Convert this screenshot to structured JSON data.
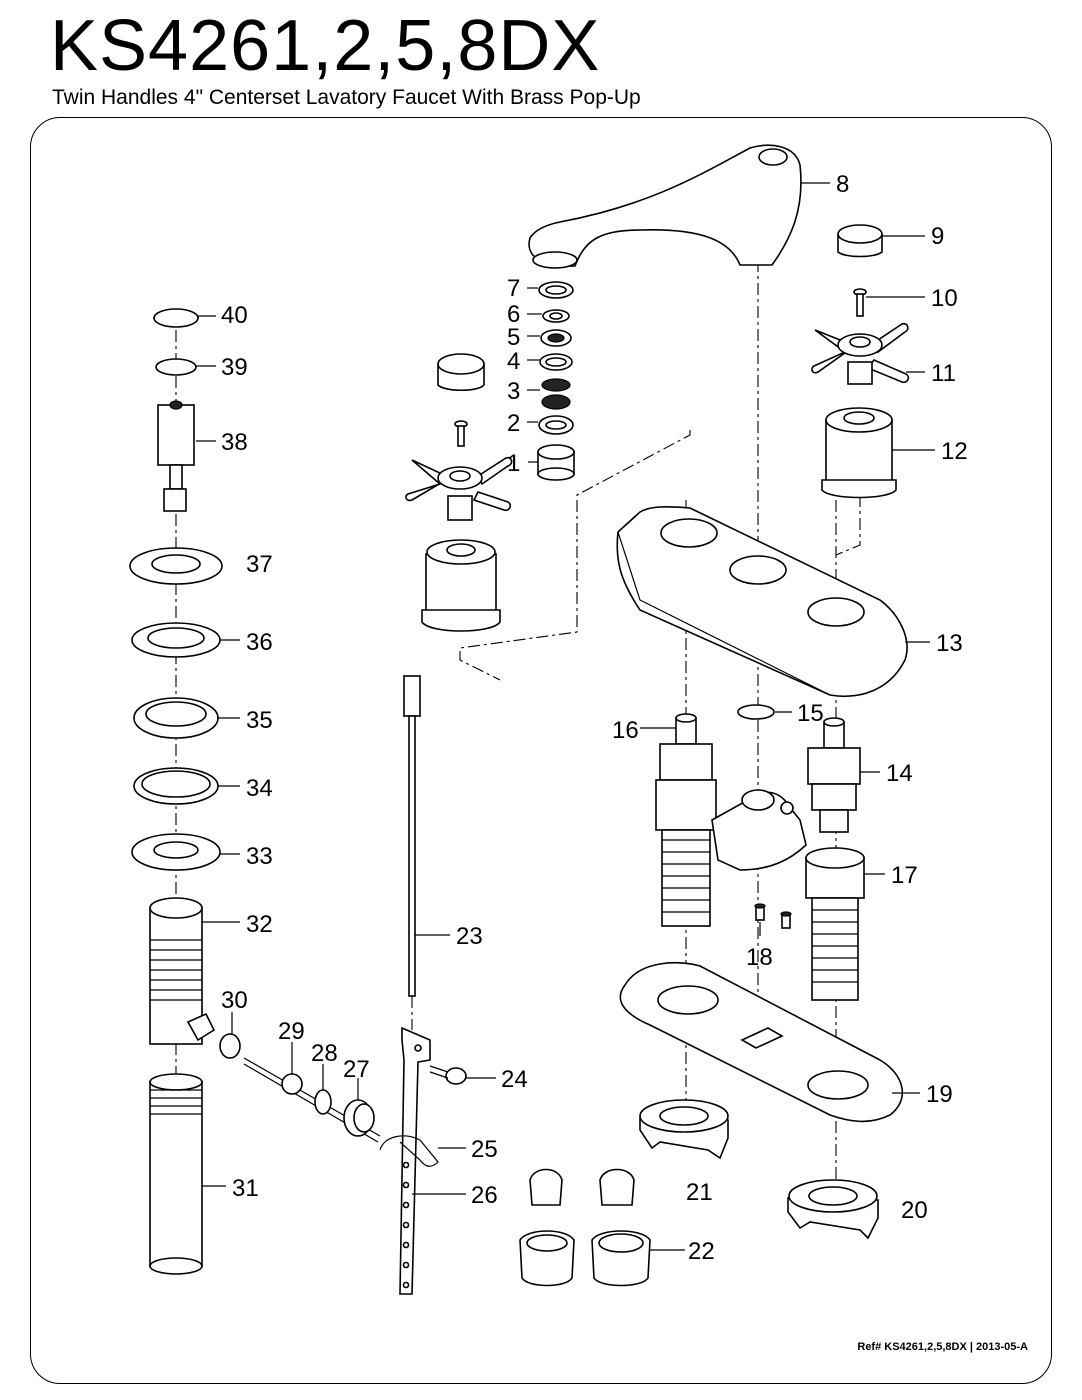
{
  "header": {
    "model": "KS4261,2,5,8DX",
    "subtitle": "Twin Handles 4\" Centerset Lavatory Faucet With Brass Pop-Up"
  },
  "footer": {
    "reference": "Ref# KS4261,2,5,8DX | 2013-05-A"
  },
  "callouts": [
    "1",
    "2",
    "3",
    "4",
    "5",
    "6",
    "7",
    "8",
    "9",
    "10",
    "11",
    "12",
    "13",
    "14",
    "15",
    "16",
    "17",
    "18",
    "19",
    "20",
    "21",
    "22",
    "23",
    "24",
    "25",
    "26",
    "27",
    "28",
    "29",
    "30",
    "31",
    "32",
    "33",
    "34",
    "35",
    "36",
    "37",
    "38",
    "39",
    "40"
  ]
}
